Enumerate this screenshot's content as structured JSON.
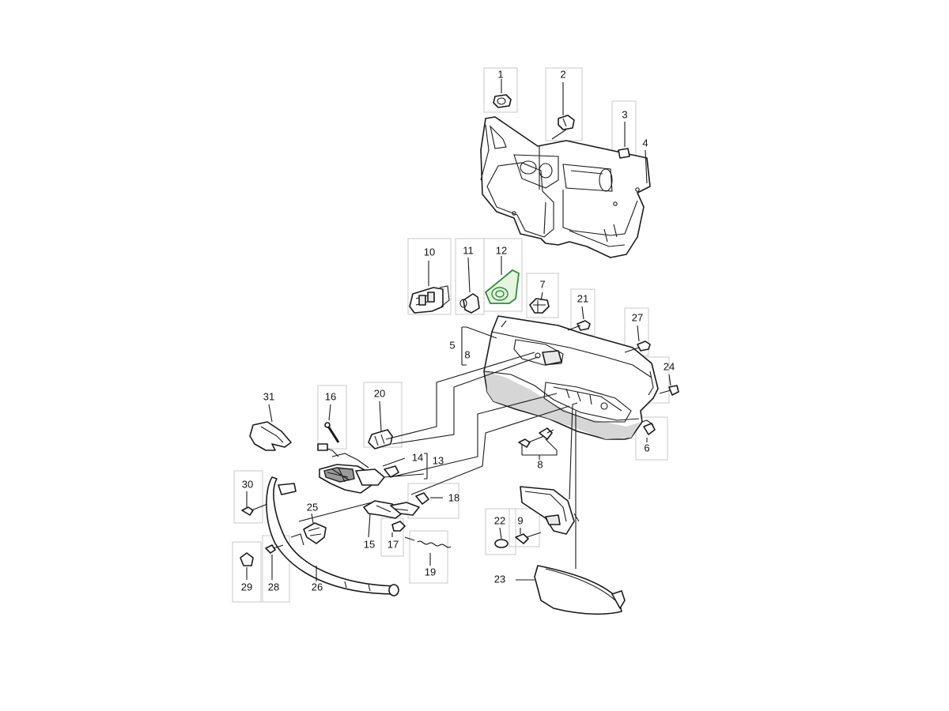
{
  "diagram": {
    "type": "exploded-parts-view",
    "highlight_color": "#2e8b3a",
    "labels": {
      "p1": "1",
      "p2": "2",
      "p3": "3",
      "p4": "4",
      "p5": "5",
      "p6": "6",
      "p7": "7",
      "p8a": "8",
      "p8b": "8",
      "p9": "9",
      "p10": "10",
      "p11": "11",
      "p12": "12",
      "p13": "13",
      "p14": "14",
      "p15": "15",
      "p16": "16",
      "p17": "17",
      "p18": "18",
      "p19": "19",
      "p20": "20",
      "p21": "21",
      "p22": "22",
      "p23": "23",
      "p24": "24",
      "p25": "25",
      "p26": "26",
      "p27": "27",
      "p28": "28",
      "p29": "29",
      "p30": "30",
      "p31": "31"
    },
    "highlighted_part": "12"
  }
}
